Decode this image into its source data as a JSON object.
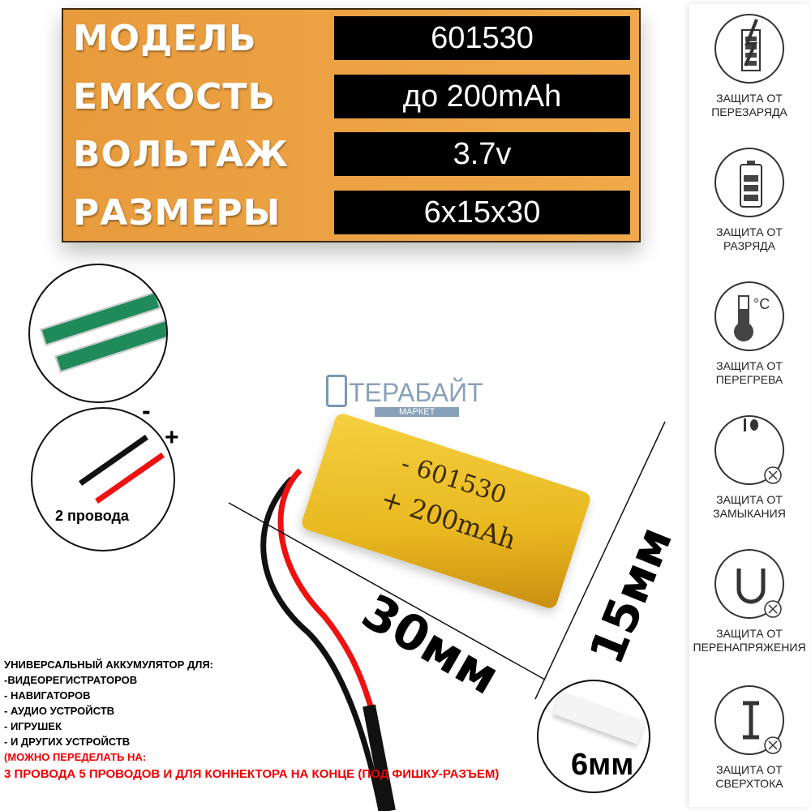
{
  "specs": [
    {
      "label": "МОДЕЛЬ",
      "value": "601530"
    },
    {
      "label": "ЕМКОСТЬ",
      "value": "до 200mAh"
    },
    {
      "label": "ВОЛЬТАЖ",
      "value": "3.7v"
    },
    {
      "label": "РАЗМЕРЫ",
      "value": "6x15x30"
    }
  ],
  "features": [
    {
      "line1": "ЗАЩИТА ОТ",
      "line2": "ПЕРЕЗАРЯДА",
      "icon": "battery-overcharge-icon"
    },
    {
      "line1": "ЗАЩИТА ОТ",
      "line2": "РАЗРЯДА",
      "icon": "battery-icon"
    },
    {
      "line1": "ЗАЩИТА ОТ",
      "line2": "ПЕРЕГРЕВА",
      "icon": "thermometer-icon"
    },
    {
      "line1": "ЗАЩИТА ОТ",
      "line2": "ЗАМЫКАНИЯ",
      "icon": "short-circuit-icon"
    },
    {
      "line1": "ЗАЩИТА ОТ",
      "line2": "ПЕРЕНАПРЯЖЕНИЯ",
      "icon": "voltage-icon"
    },
    {
      "line1": "ЗАЩИТА ОТ",
      "line2": "СВЕРХТОКА",
      "icon": "current-icon"
    }
  ],
  "wires": {
    "minus": "-",
    "plus": "+",
    "label": "2 провода"
  },
  "battery": {
    "line1": "- 601530",
    "line2": "+ 200mAh"
  },
  "logo": {
    "name": "ТЕРАБАЙТ",
    "sub": "МАРКЕТ"
  },
  "dims": {
    "length": "30мм",
    "width": "15мм",
    "thickness": "6мм"
  },
  "info": {
    "lines": [
      "УНИВЕРСАЛЬНЫЙ АККУМУЛЯТОР ДЛЯ:",
      "-ВИДЕОРЕГИСТРАТОРОВ",
      "- НАВИГАТОРОВ",
      "- АУДИО УСТРОЙСТВ",
      "- ИГРУШЕК",
      "- И ДРУГИХ УСТРОЙСТВ"
    ],
    "note1": "(МОЖНО ПЕРЕДЕЛАТЬ НА:",
    "note2": "3 ПРОВОДА 5 ПРОВОДОВ И ДЛЯ КОННЕКТОРА НА КОНЦЕ (ПОД ФИШКУ-РАЗЪЕМ)"
  }
}
